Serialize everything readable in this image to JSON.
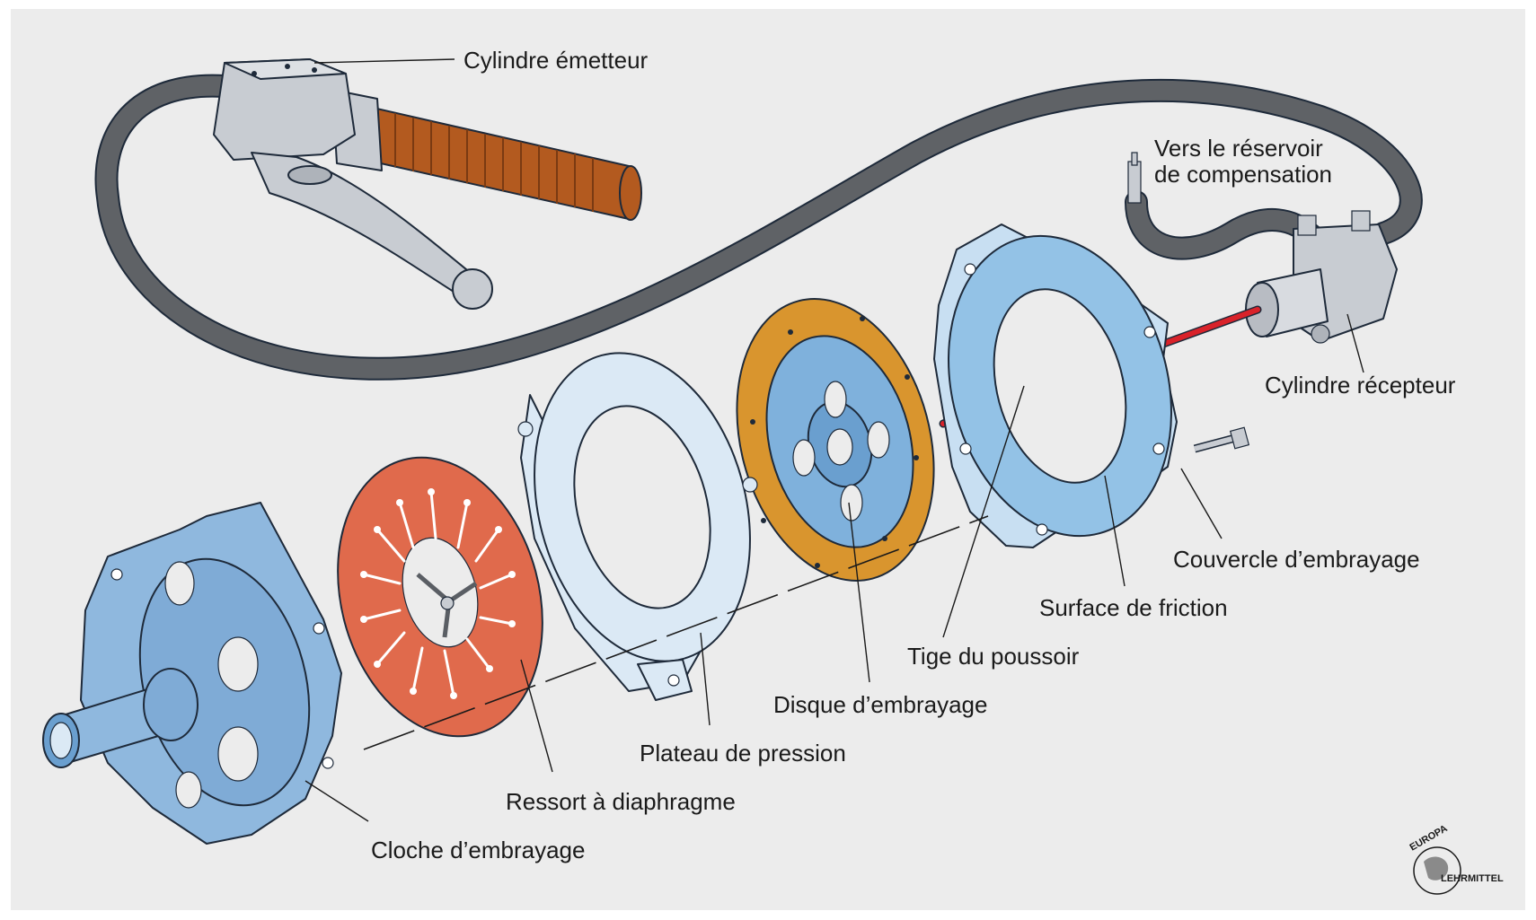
{
  "labels": {
    "master_cylinder": "Cylindre émetteur",
    "reservoir_line1": "Vers le réservoir",
    "reservoir_line2": "de compensation",
    "slave_cylinder": "Cylindre récepteur",
    "clutch_cover": "Couvercle d’embrayage",
    "friction_surface": "Surface de friction",
    "push_rod": "Tige du poussoir",
    "clutch_disc": "Disque d’embrayage",
    "pressure_plate": "Plateau de pression",
    "diaphragm_spring": "Ressort à diaphragme",
    "clutch_bell": "Cloche d’embrayage"
  },
  "logo": {
    "arc_text": "EUROPA",
    "side_text": "LEHRMITTEL"
  },
  "colors": {
    "background": "#ececec",
    "hose": "#5f6266",
    "grip": "#b35a1f",
    "housing_blue": "#8fb8de",
    "spring_red": "#e06a4c",
    "pressure_plate": "#dbe9f5",
    "disc_orange": "#d9952e",
    "push_rod": "#d9222a",
    "metal": "#c8ccd2"
  }
}
